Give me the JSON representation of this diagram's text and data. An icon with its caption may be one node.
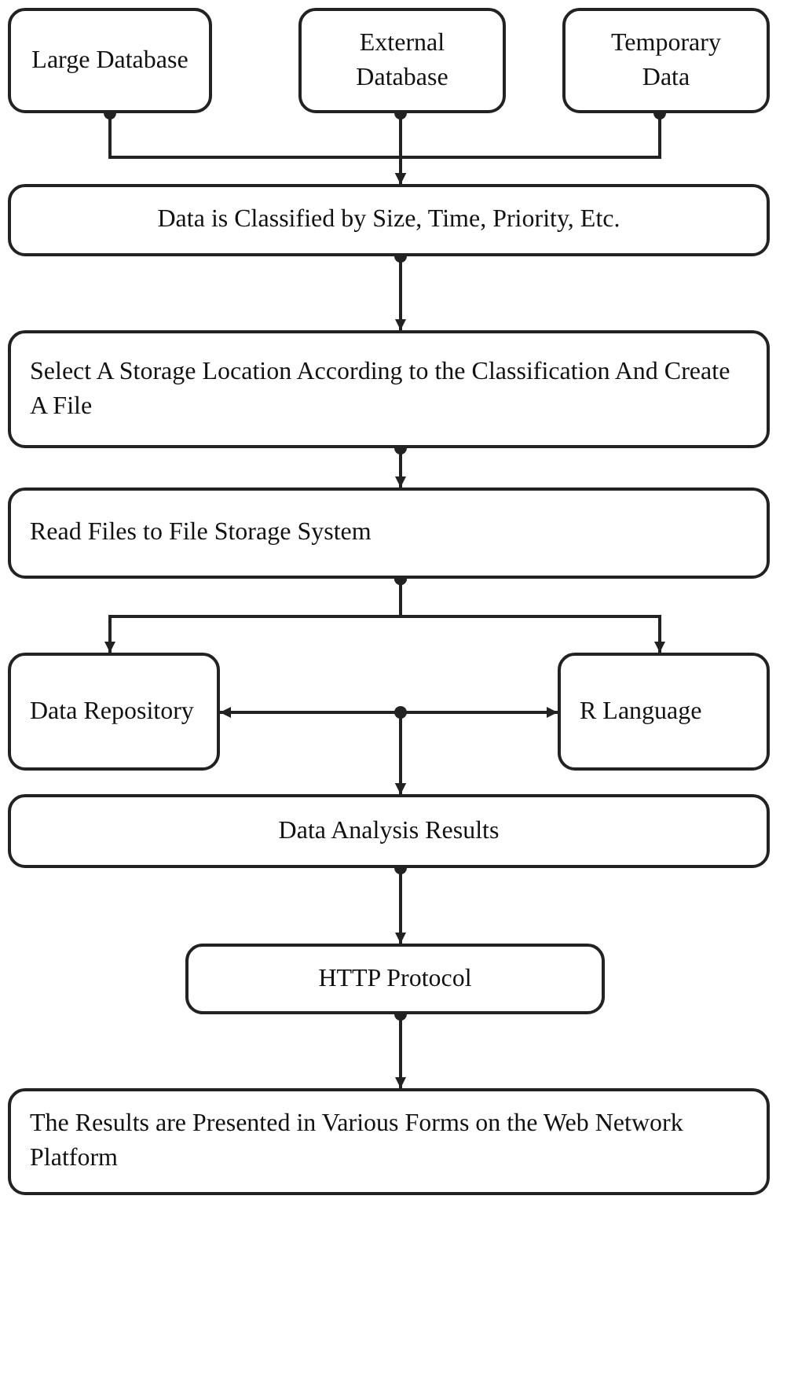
{
  "diagram": {
    "nodes": [
      {
        "text": [
          "Large Database"
        ]
      },
      {
        "text": [
          "External Database"
        ]
      },
      {
        "text": [
          "Temporary Data"
        ]
      },
      {
        "text": [
          "Data is Classified by Size, Time, Priority, Etc."
        ]
      },
      {
        "text": [
          "Select A Storage Location According to the Classification And Create A File"
        ]
      },
      {
        "text": [
          "Read Files to File Storage System"
        ]
      },
      {
        "text": [
          "Data Repository"
        ]
      },
      {
        "text": [
          "R Language"
        ]
      },
      {
        "text": [
          "Data Analysis Results"
        ]
      },
      {
        "text": [
          "HTTP Protocol"
        ]
      },
      {
        "text": [
          "The Results are Presented in Various Forms on the Web Network Platform"
        ]
      }
    ],
    "edges": [
      {
        "from": 0,
        "to": 3,
        "arrow": "to"
      },
      {
        "from": 1,
        "to": 3,
        "arrow": "to"
      },
      {
        "from": 2,
        "to": 3,
        "arrow": "to"
      },
      {
        "from": 3,
        "to": 4,
        "arrow": "to"
      },
      {
        "from": 4,
        "to": 5,
        "arrow": "to"
      },
      {
        "from": 5,
        "to": 6,
        "arrow": "to"
      },
      {
        "from": 5,
        "to": 7,
        "arrow": "to"
      },
      {
        "from": 6,
        "to": 7,
        "arrow": "both"
      },
      {
        "from": 6,
        "to": 8,
        "arrow": "to"
      },
      {
        "from": 7,
        "to": 8,
        "arrow": "to"
      },
      {
        "from": 8,
        "to": 9,
        "arrow": "to"
      },
      {
        "from": 9,
        "to": 10,
        "arrow": "to"
      }
    ]
  }
}
